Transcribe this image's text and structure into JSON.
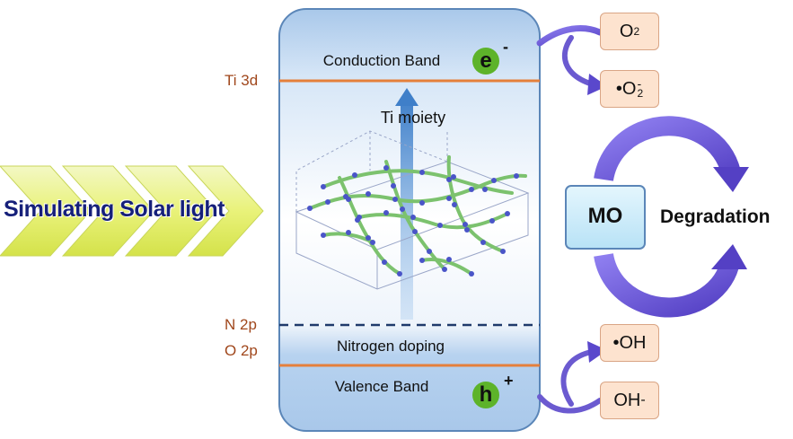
{
  "light_source": {
    "label": "Simulating Solar light"
  },
  "levels": {
    "ti3d": "Ti 3d",
    "n2p": "N 2p",
    "o2p": "O 2p"
  },
  "bands": {
    "conduction": "Conduction Band",
    "valence": "Valence Band",
    "doping": "Nitrogen doping",
    "moiety": "Ti moiety"
  },
  "carriers": {
    "electron": {
      "symbol": "e",
      "sign": "-"
    },
    "hole": {
      "symbol": "h",
      "sign": "+"
    }
  },
  "species": {
    "o2": {
      "base": "O",
      "sub": "2",
      "sup": ""
    },
    "superoxide": {
      "base": "•O",
      "sub": "2",
      "sup": "-"
    },
    "hydroxyl_radical": {
      "base": "•OH",
      "sub": "",
      "sup": ""
    },
    "hydroxide": {
      "base": "OH",
      "sub": "",
      "sup": "-"
    }
  },
  "pollutant": {
    "label": "MO"
  },
  "outcome": {
    "label": "Degradation"
  },
  "colors": {
    "band_blue": "#bcd6f1",
    "band_border": "#5b86b8",
    "level_line": "#e57f3b",
    "chevron": "#e6f27a",
    "arrow_purple": "#6b5ad0",
    "species_fill": "#fde3cf",
    "carrier_green": "#5db32a",
    "mo_fill": "#cfeefc"
  }
}
